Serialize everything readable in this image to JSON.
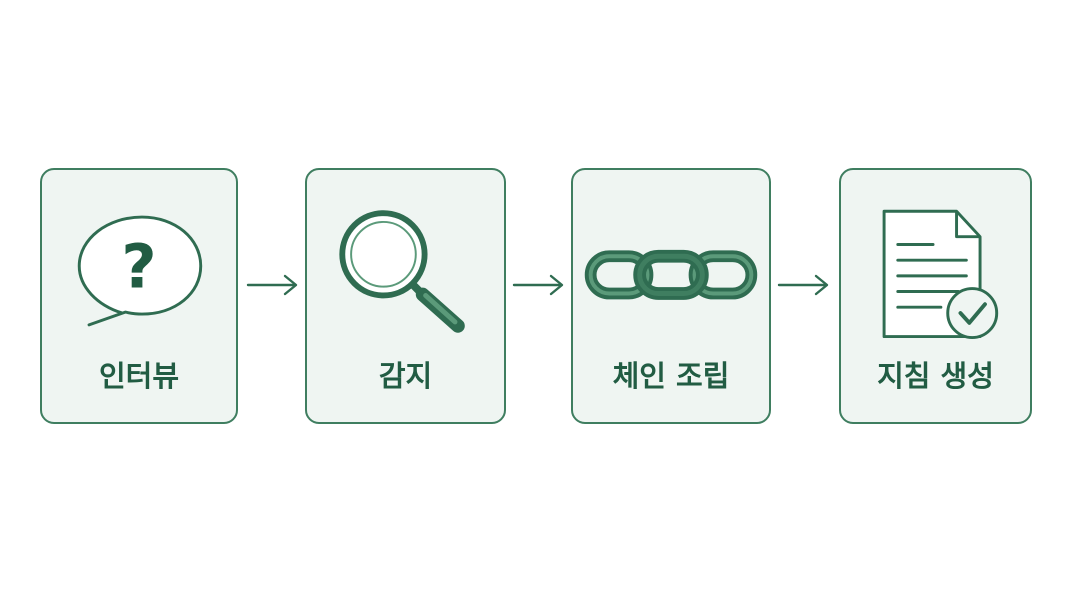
{
  "steps": [
    {
      "label": "인터뷰",
      "icon": "speech-bubble-question-icon"
    },
    {
      "label": "감지",
      "icon": "magnifying-glass-icon"
    },
    {
      "label": "체인 조립",
      "icon": "chain-links-icon"
    },
    {
      "label": "지침 생성",
      "icon": "document-check-icon"
    }
  ],
  "icon_glyphs": {
    "question_mark": "?"
  },
  "arrows": [
    {
      "icon": "arrow-right-icon"
    },
    {
      "icon": "arrow-right-icon"
    },
    {
      "icon": "arrow-right-icon"
    }
  ],
  "colors": {
    "card_background": "#eff5f2",
    "card_border": "#3f7e60",
    "icon_stroke": "#2f6c51",
    "accent_fill": "#5b9a7a",
    "label_text": "#215c43",
    "arrow": "#2f6c51"
  }
}
